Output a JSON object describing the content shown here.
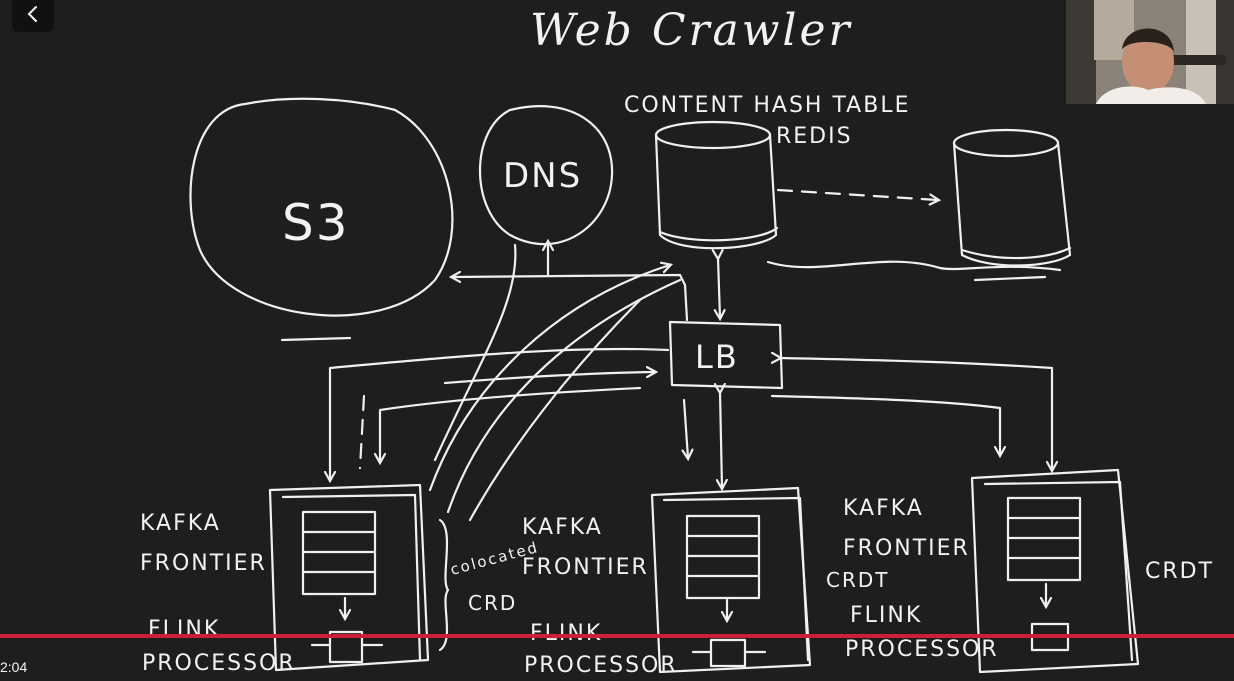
{
  "video": {
    "timecode": "2:04",
    "progress_color": "#cc1f3a"
  },
  "controls": {
    "back_icon": "chevron-left-icon"
  },
  "webcam": {
    "icon": "presenter-webcam"
  },
  "diagram": {
    "title": "Web Crawler",
    "nodes": {
      "s3": "S3",
      "dns": "DNS",
      "content_hash_table_line1": "CONTENT HASH TABLE",
      "content_hash_table_line2": "REDIS",
      "lb": "LB"
    },
    "left_node": {
      "kafka": "KAFKA",
      "frontier": "FRONTIER",
      "flink": "FLINK",
      "processor": "PROCESSOR"
    },
    "middle_node": {
      "kafka": "KAFKA",
      "frontier": "FRONTIER",
      "flink": "FLINK",
      "processor": "PROCESSOR"
    },
    "right_node": {
      "kafka": "KAFKA",
      "frontier": "FRONTIER",
      "flink": "FLINK",
      "processor": "PROCESSOR",
      "crdt": "CRDT"
    },
    "annotations": {
      "colocated": "colocated",
      "crd": "CRD",
      "crdt_middle": "CRDT"
    }
  }
}
